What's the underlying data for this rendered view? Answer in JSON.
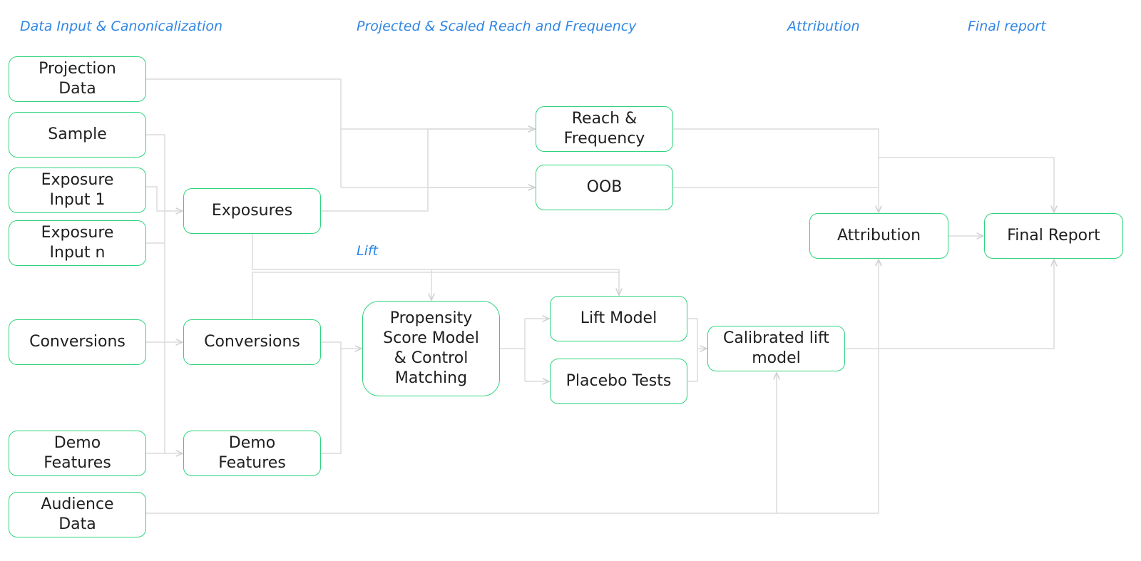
{
  "sections": {
    "input": "Data Input & Canonicalization",
    "reach": "Projected & Scaled Reach and Frequency",
    "attribution": "Attribution",
    "final": "Final report",
    "lift": "Lift"
  },
  "nodes": {
    "projection_data": "Projection\nData",
    "sample": "Sample",
    "exposure_input_1": "Exposure\nInput 1",
    "exposure_input_n": "Exposure\nInput n",
    "conversions_input": "Conversions",
    "demo_features_input": "Demo\nFeatures",
    "audience_data": "Audience\nData",
    "exposures": "Exposures",
    "conversions": "Conversions",
    "demo_features": "Demo\nFeatures",
    "reach_frequency": "Reach &\nFrequency",
    "oob": "OOB",
    "propensity": "Propensity\nScore Model\n& Control\nMatching",
    "lift_model": "Lift Model",
    "placebo_tests": "Placebo Tests",
    "calibrated_lift": "Calibrated lift\nmodel",
    "attribution": "Attribution",
    "final_report": "Final Report"
  },
  "colors": {
    "node_border": "#2ed47d",
    "section_title": "#2f86e6",
    "connector": "#dcdcdc"
  }
}
